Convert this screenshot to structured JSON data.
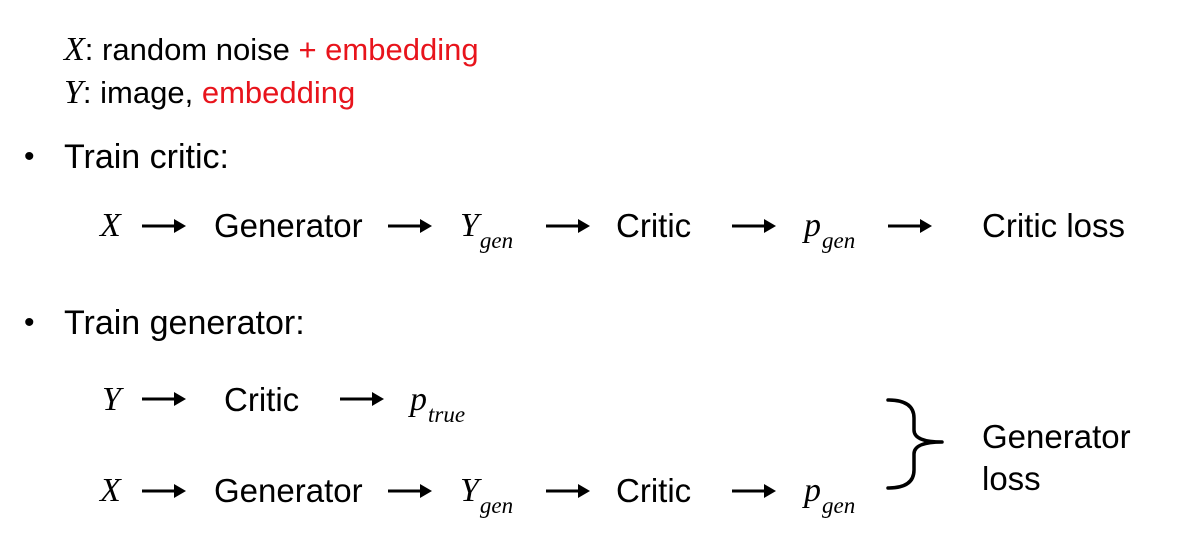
{
  "definitions": [
    {
      "var": "X",
      "colon": ":",
      "text": " random noise ",
      "accent": "+ embedding"
    },
    {
      "var": "Y",
      "colon": ":",
      "text": " image, ",
      "accent": "embedding"
    }
  ],
  "bullet_symbol": "•",
  "train_critic": {
    "title": "Train critic:",
    "flow": {
      "input": "X",
      "generator": "Generator",
      "output_var": "Y",
      "output_sub": "gen",
      "critic": "Critic",
      "prob_var": "p",
      "prob_sub": "gen",
      "loss": "Critic loss"
    }
  },
  "train_generator": {
    "title": "Train generator:",
    "real_flow": {
      "input": "Y",
      "critic": "Critic",
      "prob_var": "p",
      "prob_sub": "true"
    },
    "fake_flow": {
      "input": "X",
      "generator": "Generator",
      "output_var": "Y",
      "output_sub": "gen",
      "critic": "Critic",
      "prob_var": "p",
      "prob_sub": "gen"
    },
    "loss_line1": "Generator",
    "loss_line2": "loss"
  },
  "colors": {
    "accent": "#e8141c",
    "text": "#000000",
    "background": "#ffffff"
  }
}
